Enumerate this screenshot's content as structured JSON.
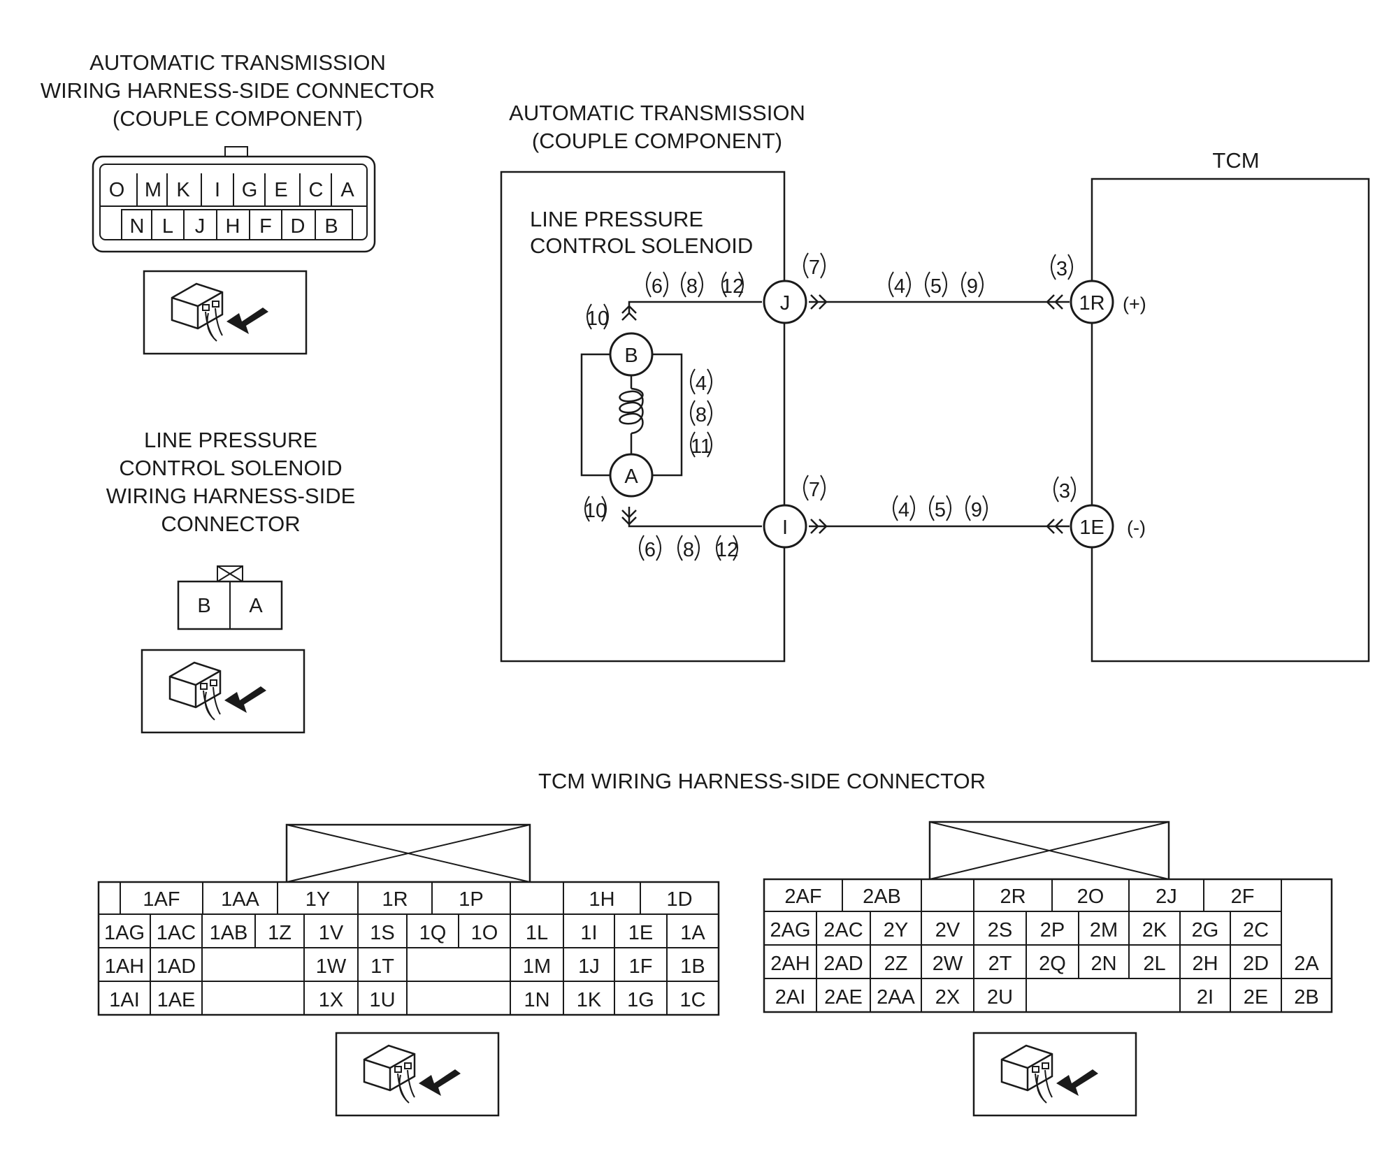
{
  "labels": {
    "at_connector_title": [
      "AUTOMATIC TRANSMISSION",
      "WIRING HARNESS-SIDE CONNECTOR",
      "(COUPLE COMPONENT)"
    ],
    "solenoid_connector_title": [
      "LINE PRESSURE",
      "CONTROL SOLENOID",
      "WIRING HARNESS-SIDE",
      "CONNECTOR"
    ],
    "at_box_title": [
      "AUTOMATIC TRANSMISSION",
      "(COUPLE COMPONENT)"
    ],
    "solenoid_label": [
      "LINE PRESSURE",
      "CONTROL SOLENOID"
    ],
    "tcm_label": "TCM",
    "tcm_connector_title": "TCM WIRING HARNESS-SIDE CONNECTOR"
  },
  "at_connector": {
    "top_row": [
      "O",
      "M",
      "K",
      "I",
      "G",
      "E",
      "C",
      "A"
    ],
    "bottom_row": [
      "N",
      "L",
      "J",
      "H",
      "F",
      "D",
      "B"
    ]
  },
  "solenoid_connector": {
    "pins": [
      "B",
      "A"
    ]
  },
  "schematic": {
    "solenoid_pins": {
      "top": "B",
      "bottom": "A"
    },
    "terminals": {
      "j": "J",
      "i": "I",
      "r1": "1R",
      "e1": "1E"
    },
    "polarity": {
      "pos": "(+)",
      "neg": "(-)"
    },
    "refs": {
      "top_wire": [
        "6",
        "8",
        "12"
      ],
      "bottom_wire": [
        "6",
        "8",
        "12"
      ],
      "coil_side": [
        "4",
        "8",
        "11"
      ],
      "arrow_top": "10",
      "arrow_bottom": "10",
      "j_ref": "7",
      "i_ref": "7",
      "upper_harness": [
        "4",
        "5",
        "9"
      ],
      "lower_harness": [
        "4",
        "5",
        "9"
      ],
      "r1_ref": "3",
      "e1_ref": "3"
    }
  },
  "tcm_connector_1": {
    "row1": [
      "",
      "1AF",
      "1AA",
      "1Y",
      "1R",
      "1P",
      "",
      "1H",
      "1D"
    ],
    "row2": [
      "1AG",
      "1AC",
      "1AB",
      "1Z",
      "1V",
      "1S",
      "1Q",
      "1O",
      "1L",
      "1I",
      "1E",
      "1A"
    ],
    "row3": [
      "1AH",
      "1AD",
      "1W",
      "1T",
      "1M",
      "1J",
      "1F",
      "1B"
    ],
    "row4": [
      "1AI",
      "1AE",
      "1X",
      "1U",
      "1N",
      "1K",
      "1G",
      "1C"
    ]
  },
  "tcm_connector_2": {
    "row1": [
      "2AF",
      "2AB",
      "",
      "2R",
      "2O",
      "2J",
      "2F"
    ],
    "row2": [
      "2AG",
      "2AC",
      "2Y",
      "2V",
      "2S",
      "2P",
      "2M",
      "2K",
      "2G",
      "2C"
    ],
    "row3": [
      "2AH",
      "2AD",
      "2Z",
      "2W",
      "2T",
      "2Q",
      "2N",
      "2L",
      "2H",
      "2D",
      "2A"
    ],
    "row4": [
      "2AI",
      "2AE",
      "2AA",
      "2X",
      "2U",
      "2I",
      "2E",
      "2B"
    ]
  }
}
